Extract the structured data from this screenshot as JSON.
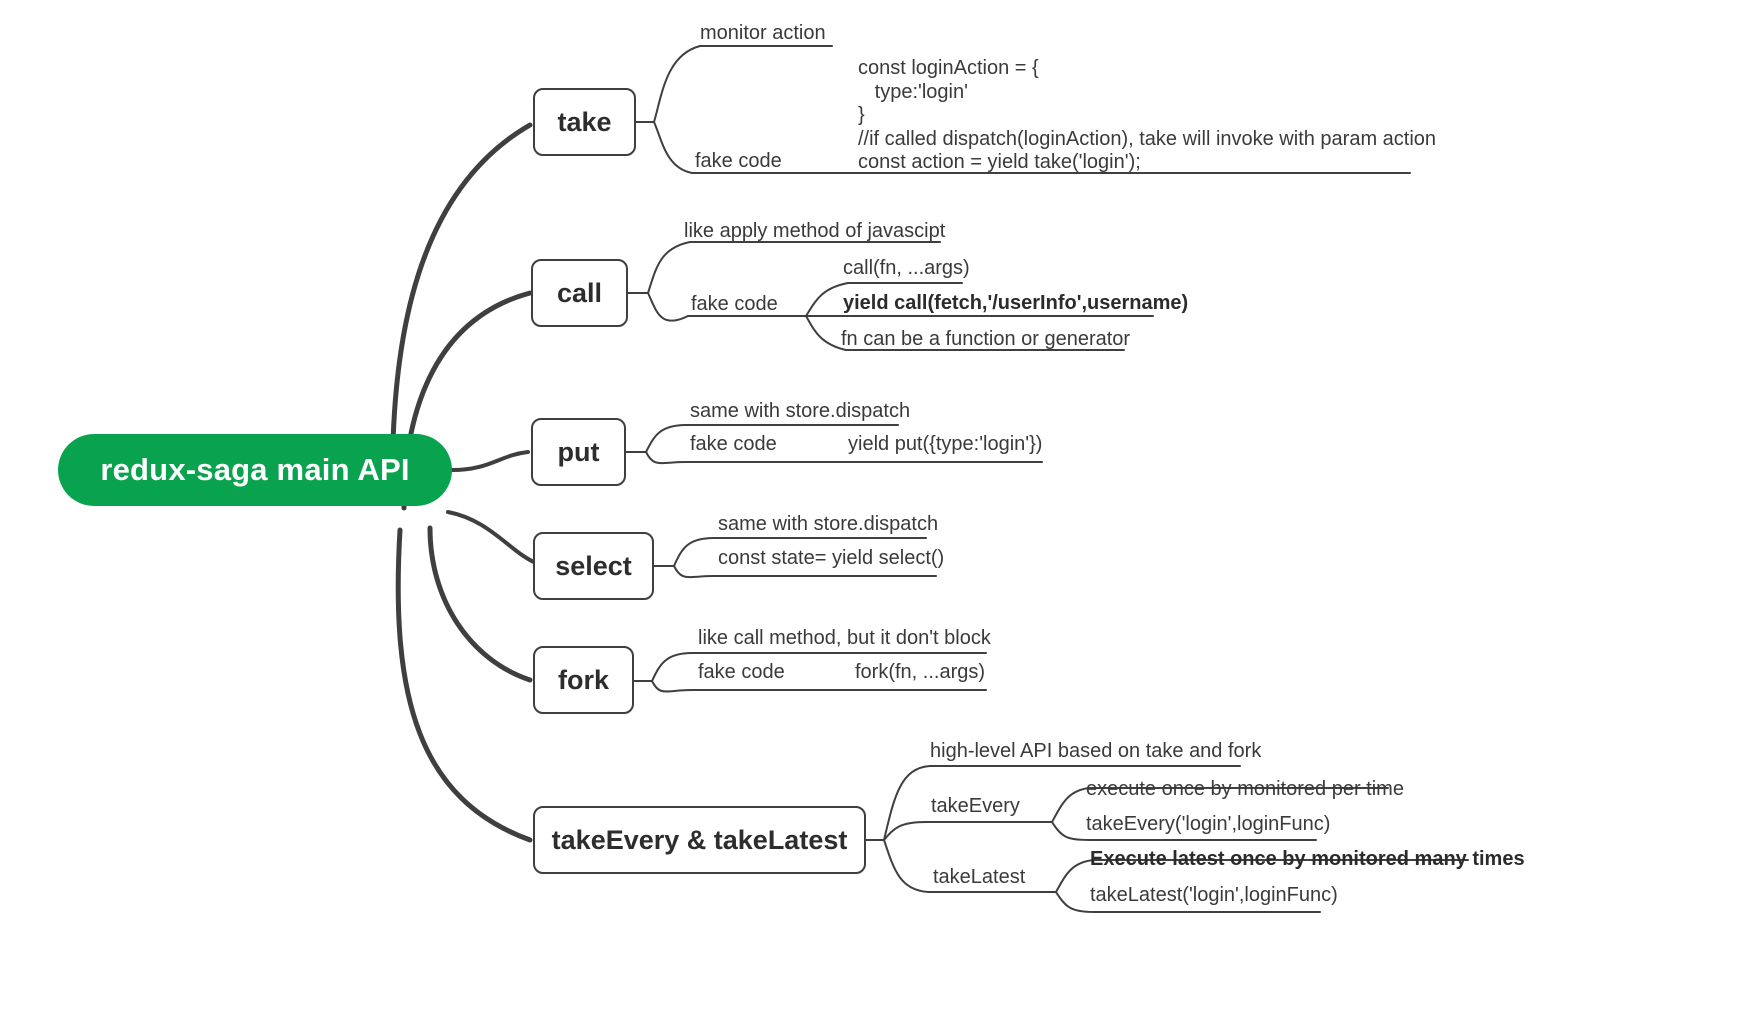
{
  "diagram": {
    "title": "redux-saga main API",
    "type": "mindmap",
    "root": {
      "label": "redux-saga main API",
      "color": "#09A34F",
      "text_color": "#ffffff"
    },
    "line_color": "#3f3f3f",
    "branches": [
      {
        "id": "take",
        "label": "take",
        "children": [
          {
            "id": "take-monitor",
            "label": "monitor action"
          },
          {
            "id": "take-fake-code",
            "label": "fake code"
          }
        ],
        "code": {
          "lines": [
            "const loginAction = {",
            "   type:'login'",
            "}",
            "//if called dispatch(loginAction), take will invoke with param action",
            "const action = yield take('login');"
          ]
        }
      },
      {
        "id": "call",
        "label": "call",
        "children": [
          {
            "id": "call-like-apply",
            "label": "like apply method of javascipt"
          },
          {
            "id": "call-fake-code",
            "label": "fake code"
          }
        ],
        "grandchildren": [
          {
            "id": "call-signature",
            "label": "call(fn, ...args)",
            "bold": false
          },
          {
            "id": "call-yield",
            "label": "yield call(fetch,'/userInfo',username)",
            "bold": true
          },
          {
            "id": "call-fn-note",
            "label": "fn can be a function or generator",
            "bold": false
          }
        ]
      },
      {
        "id": "put",
        "label": "put",
        "children": [
          {
            "id": "put-same-dispatch",
            "label": "same with store.dispatch"
          },
          {
            "id": "put-fake-code",
            "label": "fake code"
          }
        ],
        "grandchildren": [
          {
            "id": "put-yield",
            "label": "yield put({type:'login'})"
          }
        ]
      },
      {
        "id": "select",
        "label": "select",
        "children": [
          {
            "id": "select-same-dispatch",
            "label": "same with store.dispatch"
          },
          {
            "id": "select-const-state",
            "label": "const state= yield select()"
          }
        ]
      },
      {
        "id": "fork",
        "label": "fork",
        "children": [
          {
            "id": "fork-like-call",
            "label": "like call method, but it don't block"
          },
          {
            "id": "fork-fake-code",
            "label": "fake code"
          }
        ],
        "grandchildren": [
          {
            "id": "fork-signature",
            "label": "fork(fn, ...args)"
          }
        ]
      },
      {
        "id": "take-every-latest",
        "label": "takeEvery & takeLatest",
        "children": [
          {
            "id": "tel-high-level",
            "label": "high-level API based on take and fork"
          },
          {
            "id": "tel-take-every",
            "label": "takeEvery"
          },
          {
            "id": "tel-take-latest",
            "label": "takeLatest"
          }
        ],
        "grandchildren": [
          {
            "id": "te-exec-once",
            "label": "execute once by monitored per time",
            "bold": false
          },
          {
            "id": "te-code",
            "label": "takeEvery('login',loginFunc)",
            "bold": false
          },
          {
            "id": "tl-exec-latest",
            "label": "Execute latest once by monitored many times",
            "bold": true
          },
          {
            "id": "tl-code",
            "label": "takeLatest('login',loginFunc)",
            "bold": false
          }
        ]
      }
    ]
  }
}
